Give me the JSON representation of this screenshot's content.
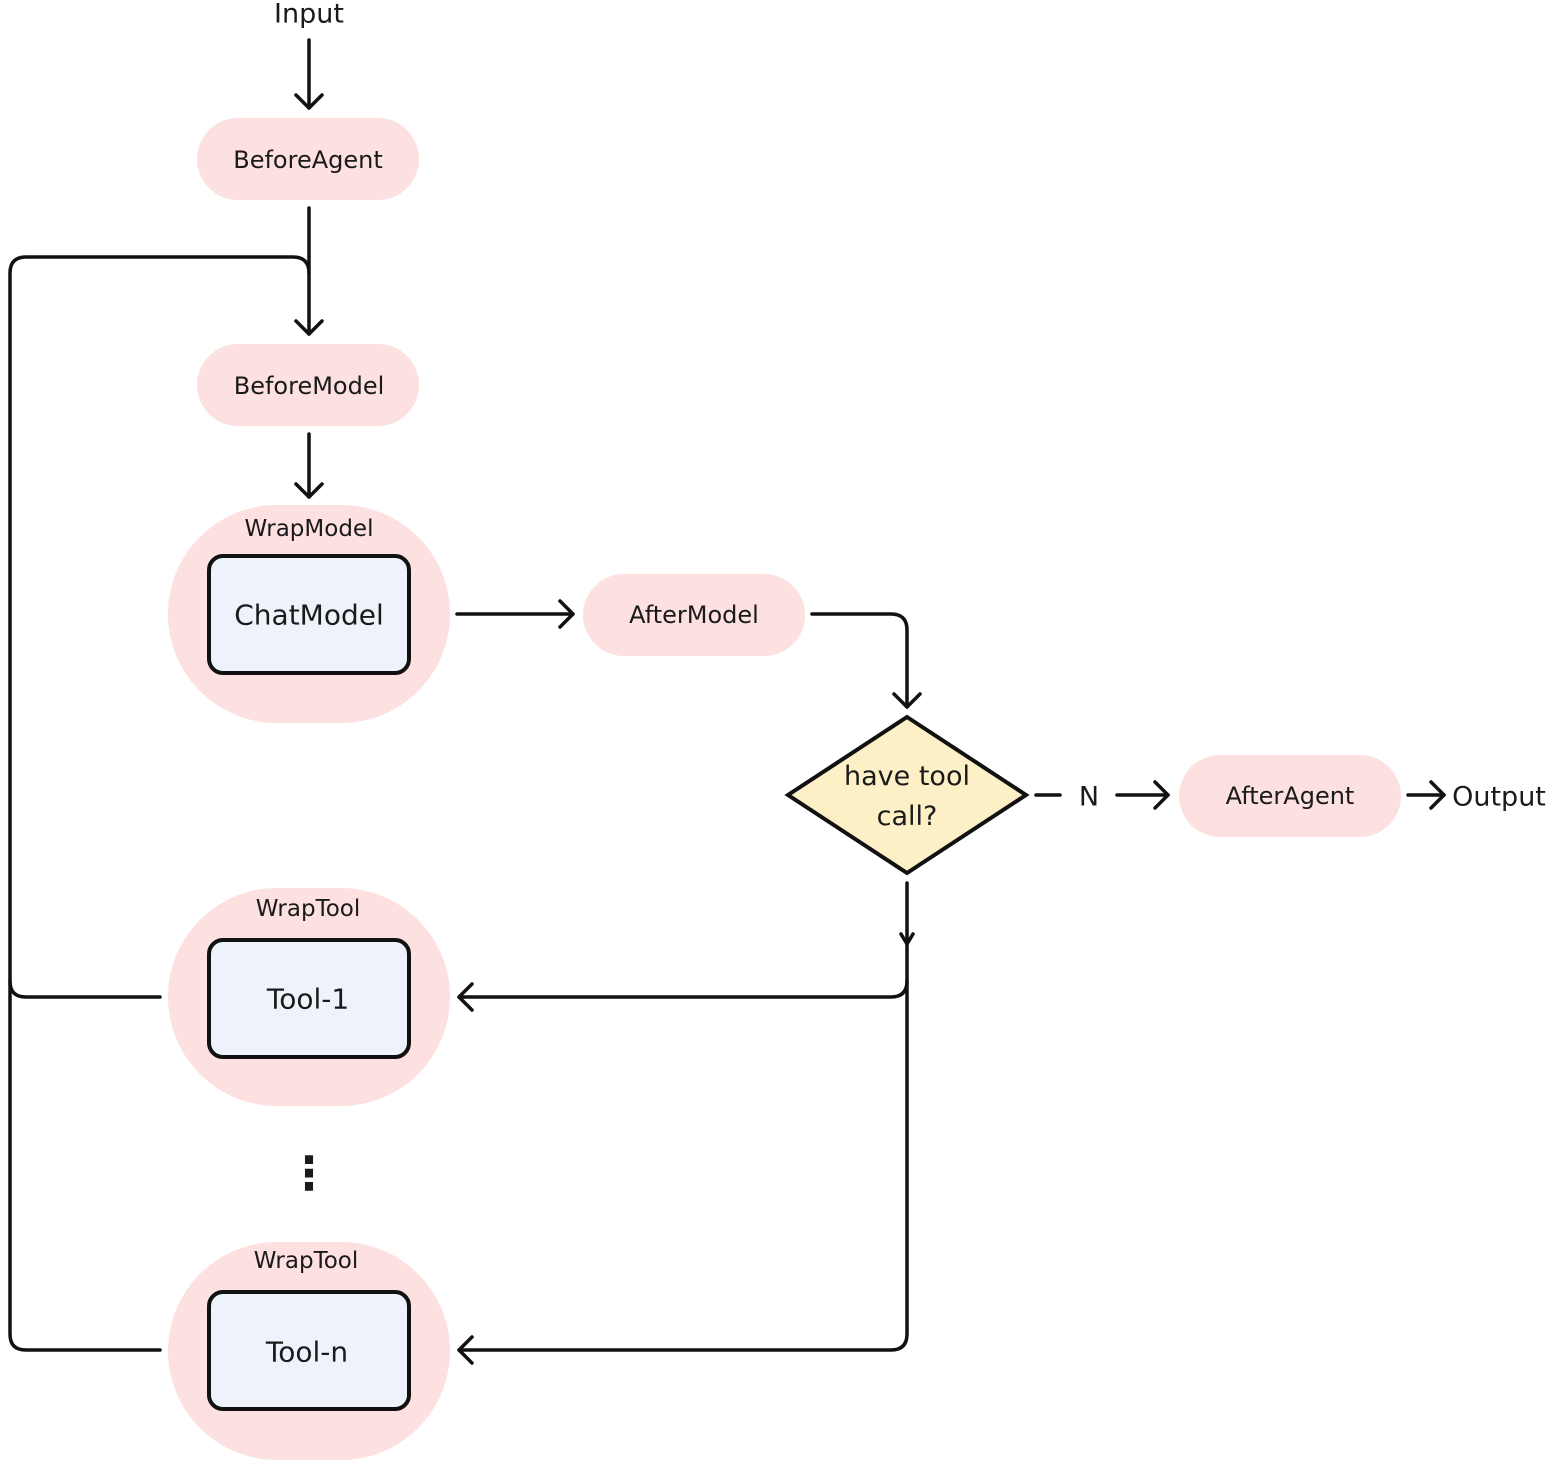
{
  "colors": {
    "stroke": "#111111",
    "pill_fill": "#fde0e0",
    "inner_box_fill": "#eef2fb",
    "decision_fill": "#fdefc6",
    "text": "#1a1a1a"
  },
  "labels": {
    "input": "Input",
    "before_agent": "BeforeAgent",
    "before_model": "BeforeModel",
    "wrap_model": "WrapModel",
    "chat_model": "ChatModel",
    "after_model": "AfterModel",
    "decision": "have tool call?",
    "no_branch": "N",
    "after_agent": "AfterAgent",
    "output": "Output",
    "wrap_tool_1": "WrapTool",
    "tool_1": "Tool-1",
    "ellipsis": "⋮",
    "wrap_tool_n": "WrapTool",
    "tool_n": "Tool-n"
  },
  "icons": {
    "arrowhead": "chevron-arrowhead-icon",
    "ellipsis": "vertical-ellipsis-icon"
  }
}
